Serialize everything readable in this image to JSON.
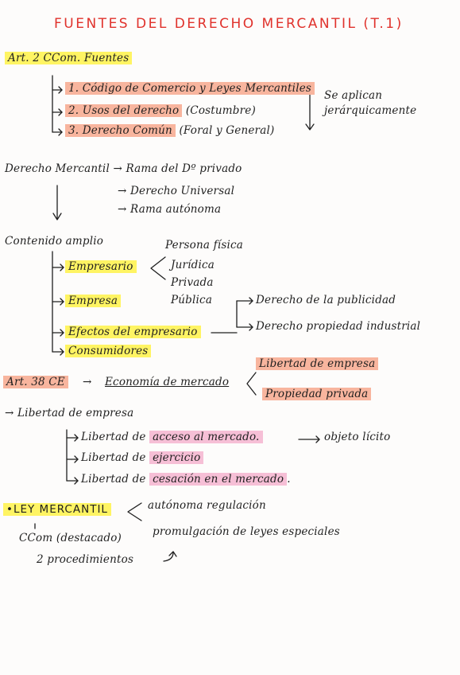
{
  "title": "FUENTES DEL DERECHO MERCANTIL (T.1)",
  "art2": "Art. 2 CCom. Fuentes",
  "fuentes": [
    "1. Código de Comercio y Leyes Mercantiles",
    "2. Usos del derecho",
    "3. Derecho Común"
  ],
  "usos_extra": "(Costumbre)",
  "comun_extra": "(Foral y General)",
  "se_aplican": [
    "Se aplican",
    "jerárquicamente"
  ],
  "dm_label": "Derecho Mercantil",
  "dm_items": [
    "Rama del Dº privado",
    "Derecho Universal",
    "Rama autónoma"
  ],
  "contenido": "Contenido amplio",
  "contenido_items": [
    "Empresario",
    "Empresa",
    "Efectos del empresario",
    "Consumidores"
  ],
  "persona": [
    "Persona física",
    "Jurídica",
    "Privada",
    "Pública"
  ],
  "efectos_items": [
    "Derecho de la publicidad",
    "Derecho propiedad industrial"
  ],
  "art38": "Art. 38 CE",
  "economia": "Economía de mercado",
  "economia_items": [
    "Libertad de empresa",
    "Propiedad privada"
  ],
  "libertad": "Libertad de empresa",
  "libertad_items": [
    {
      "pre": "Libertad de",
      "hl": "acceso al mercado.",
      "post": "objeto lícito"
    },
    {
      "pre": "Libertad de",
      "hl": "ejercicio"
    },
    {
      "pre": "Libertad de",
      "hl": "cesación en el mercado",
      "tail": "."
    }
  ],
  "ley": "•LEY MERCANTIL",
  "ley_items": [
    "autónoma regulación",
    "promulgación de leyes especiales"
  ],
  "ccom": "CCom (destacado)",
  "procedimientos": "2 procedimientos",
  "colors": {
    "title": "#e0322c",
    "yellow": "#fff463",
    "orange": "#f8b59e",
    "pink": "#f6bfd6"
  }
}
